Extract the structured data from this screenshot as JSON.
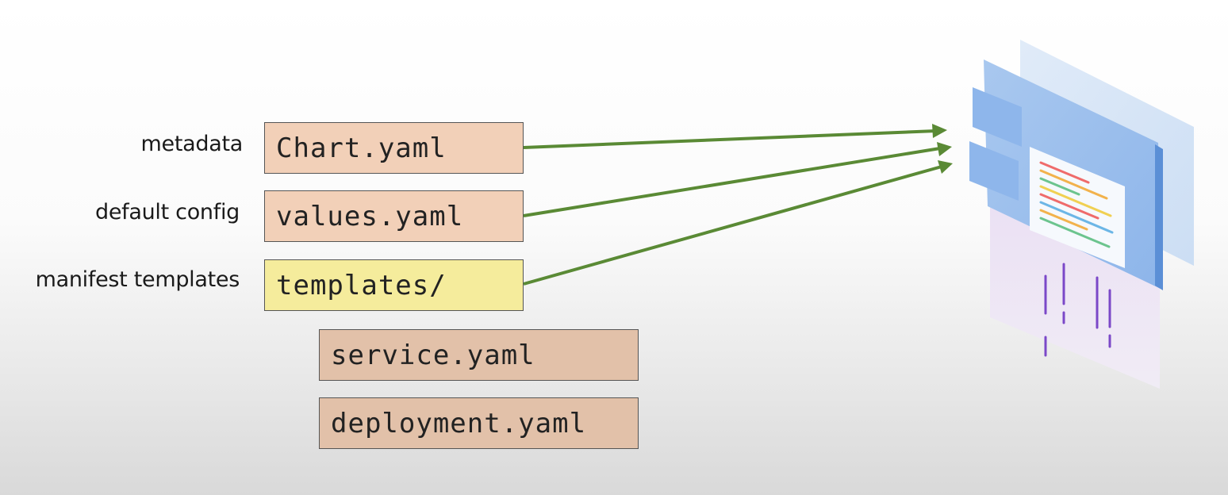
{
  "rows": [
    {
      "label": "metadata",
      "file": "Chart.yaml"
    },
    {
      "label": "default config",
      "file": "values.yaml"
    },
    {
      "label": "manifest templates",
      "file": "templates/"
    }
  ],
  "template_files": [
    "service.yaml",
    "deployment.yaml"
  ],
  "colors": {
    "arrow": "#5a8a35",
    "file_peach": "#f2d0b8",
    "file_yellow": "#f5ec9c",
    "file_tan": "#e2c1a9"
  }
}
